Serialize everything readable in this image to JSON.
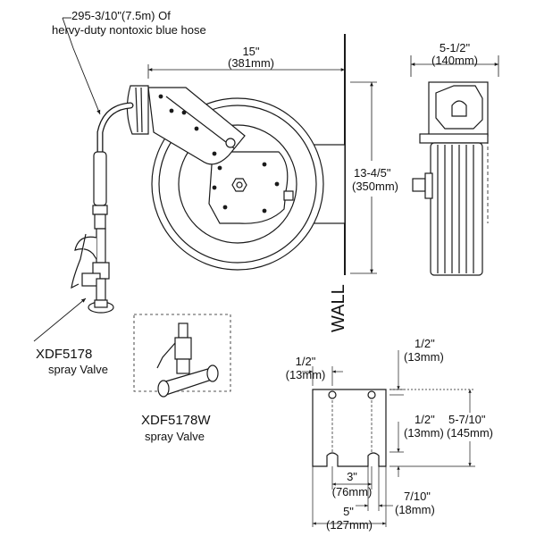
{
  "hose_callout": {
    "line1": "295-3/10\"(7.5m) Of",
    "line2": "hervy-duty nontoxic blue hose"
  },
  "reel_width": {
    "in": "15\"",
    "mm": "(381mm)"
  },
  "reel_height": {
    "in": "13-4/5\"",
    "mm": "(350mm)"
  },
  "side_width": {
    "in": "5-1/2\"",
    "mm": "(140mm)"
  },
  "wall_label": "WALL",
  "valve": {
    "model": "XDF5178",
    "desc": "spray Valve"
  },
  "valve_w": {
    "model": "XDF5178W",
    "desc": "spray Valve"
  },
  "bracket": {
    "hole_inset_left": {
      "in": "1/2\"",
      "mm": "(13mm)"
    },
    "hole_inset_top": {
      "in": "1/2\"",
      "mm": "(13mm)"
    },
    "hole_inset_bottom": {
      "in": "1/2\"",
      "mm": "(13mm)"
    },
    "height": {
      "in": "5-7/10\"",
      "mm": "(145mm)"
    },
    "hole_span": {
      "in": "3\"",
      "mm": "(76mm)"
    },
    "width": {
      "in": "5\"",
      "mm": "(127mm)"
    },
    "slot_gap": {
      "in": "7/10\"",
      "mm": "(18mm)"
    }
  },
  "colors": {
    "stroke": "#1a1a1a",
    "fill": "#ffffff"
  }
}
